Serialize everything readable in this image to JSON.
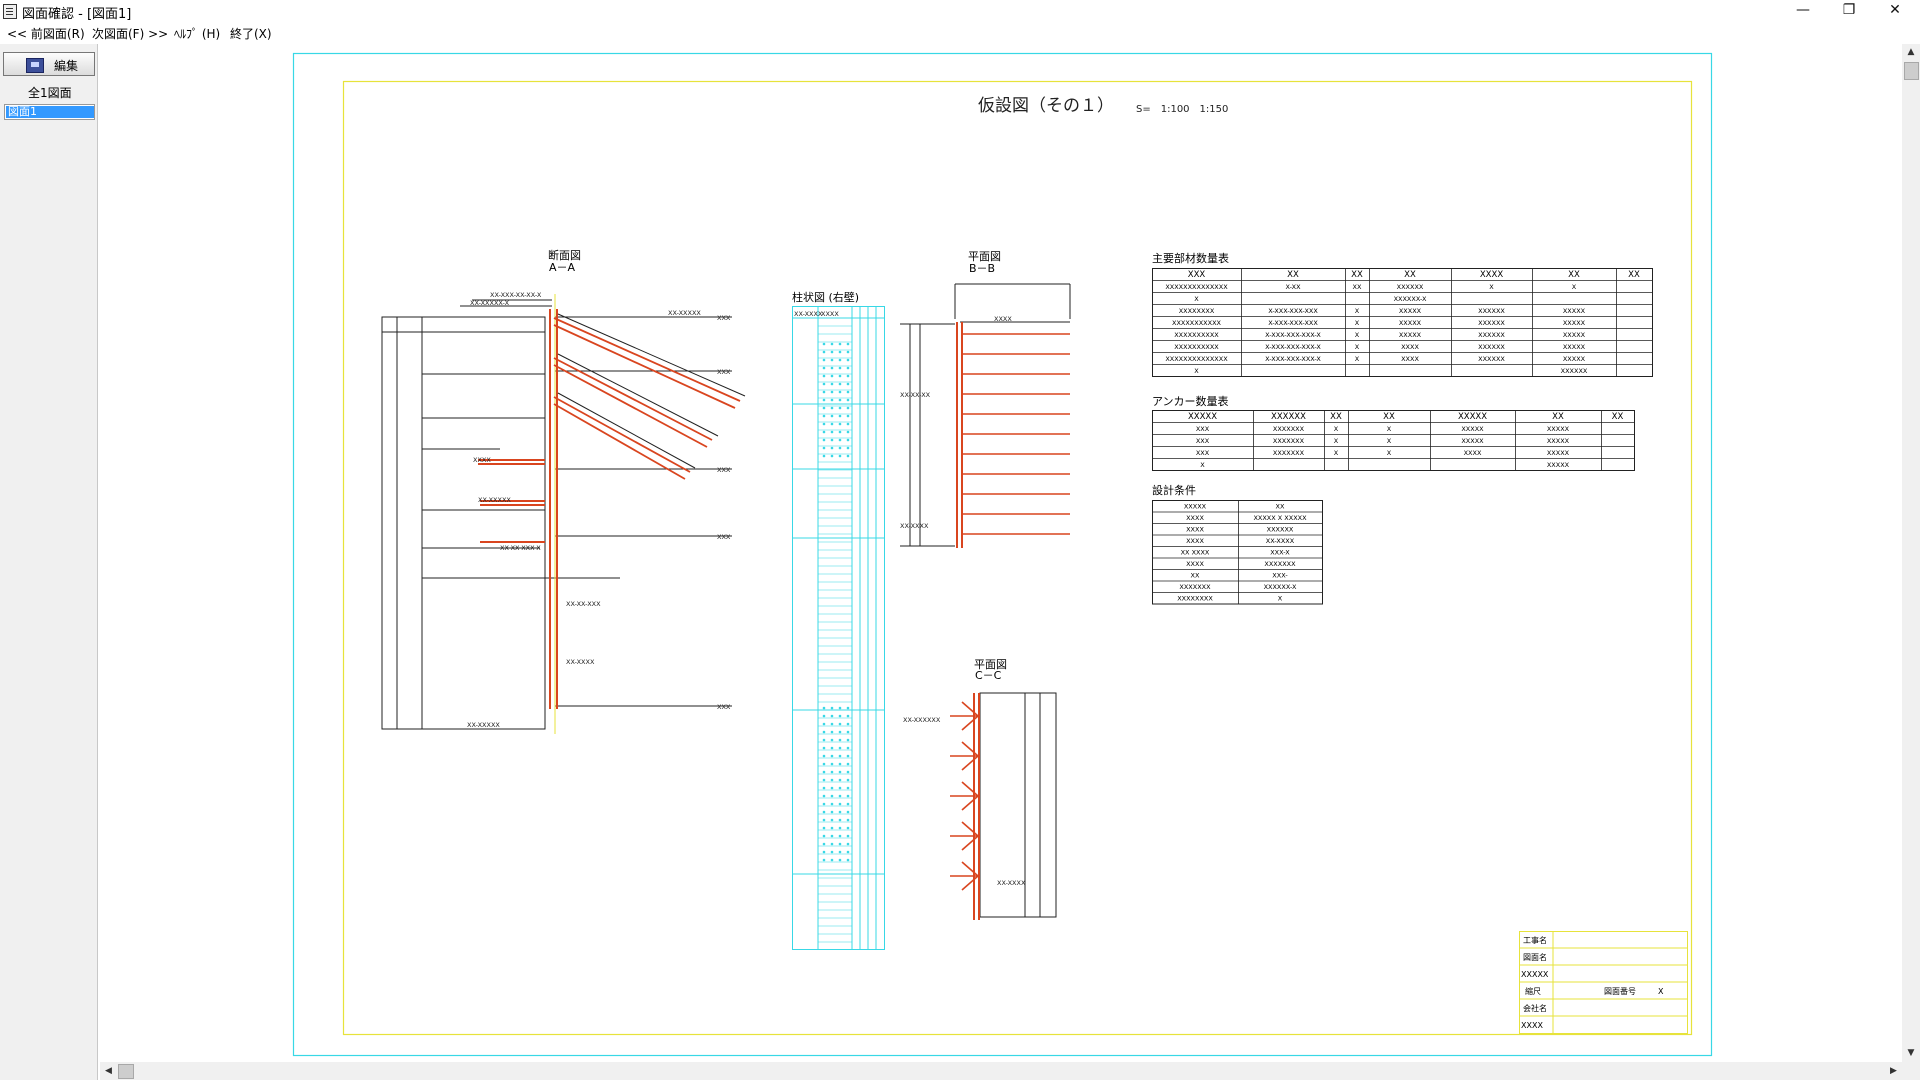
{
  "window": {
    "title": "図面確認 - [図面1]",
    "minimize": "—",
    "restore": "❐",
    "close": "✕"
  },
  "menu": {
    "prev": "<< 前図面(R)",
    "next": "次図面(F) >>",
    "help": "ﾍﾙﾌﾟ (H)",
    "exit": "終了(X)"
  },
  "sidebar": {
    "edit_button": "編集",
    "all_figures": "全1図面",
    "figures": [
      "図面1"
    ]
  },
  "drawing": {
    "title": "仮設図（その１）",
    "scale": "S=　1:100　1:150",
    "section_aa": {
      "title": "断面図",
      "subtitle": "A－A"
    },
    "column_chart": {
      "title": "柱状図 (右壁)",
      "head_left": "XX-XXXX",
      "head_right": "XXXX"
    },
    "plan_bb": {
      "title": "平面図",
      "subtitle": "B－B"
    },
    "plan_cc": {
      "title": "平面図",
      "subtitle": "C－C"
    },
    "materials_table": {
      "title": "主要部材数量表",
      "headers": [
        "XXX",
        "XX",
        "XX",
        "XX",
        "XXXX",
        "XX",
        "XX"
      ],
      "rows": [
        [
          "XXXXXXXXXXXXXX",
          "X-XX",
          "XX",
          "XXXXXX",
          "X",
          "X",
          ""
        ],
        [
          "X",
          "",
          "",
          "XXXXXX-X",
          "",
          "",
          ""
        ],
        [
          "XXXXXXXX",
          "X-XXX-XXX-XXX",
          "X",
          "XXXXX",
          "XXXXXX",
          "XXXXX",
          ""
        ],
        [
          "XXXXXXXXXXX",
          "X-XXX-XXX-XXX",
          "X",
          "XXXXX",
          "XXXXXX",
          "XXXXX",
          ""
        ],
        [
          "XXXXXXXXXX",
          "X-XXX-XXX-XXX-X",
          "X",
          "XXXXX",
          "XXXXXX",
          "XXXXX",
          ""
        ],
        [
          "XXXXXXXXXX",
          "X-XXX-XXX-XXX-X",
          "X",
          "XXXX",
          "XXXXXX",
          "XXXXX",
          ""
        ],
        [
          "XXXXXXXXXXXXXX",
          "X-XXX-XXX-XXX-X",
          "X",
          "XXXX",
          "XXXXXX",
          "XXXXX",
          ""
        ],
        [
          "X",
          "",
          "",
          "",
          "",
          "XXXXXX",
          ""
        ]
      ]
    },
    "anchor_table": {
      "title": "アンカー数量表",
      "headers": [
        "XXXXX",
        "XXXXXX",
        "XX",
        "XX",
        "XXXXX",
        "XX",
        "XX"
      ],
      "rows": [
        [
          "XXX",
          "XXXXXXX",
          "X",
          "X",
          "XXXXX",
          "XXXXX",
          ""
        ],
        [
          "XXX",
          "XXXXXXX",
          "X",
          "X",
          "XXXXX",
          "XXXXX",
          ""
        ],
        [
          "XXX",
          "XXXXXXX",
          "X",
          "X",
          "XXXX",
          "XXXXX",
          ""
        ],
        [
          "X",
          "",
          "",
          "",
          "",
          "XXXXX",
          ""
        ]
      ]
    },
    "design_table": {
      "title": "設計条件",
      "rows": [
        [
          "XXXXX",
          "XX"
        ],
        [
          "XXXX",
          "XXXXX X XXXXX"
        ],
        [
          "XXXX",
          "XXXXXX"
        ],
        [
          "XXXX",
          "XX-XXXX"
        ],
        [
          "XX  XXXX",
          "XXX-X"
        ],
        [
          "XXXX",
          "XXXXXXX"
        ],
        [
          "XX",
          "XXX-"
        ],
        [
          "XXXXXXX",
          "XXXXXX-X"
        ],
        [
          "XXXXXXXX",
          "X"
        ]
      ]
    },
    "title_block": {
      "project": "工事名",
      "drawing_name": "図面名",
      "row3": "XXXXX",
      "scale": "縮尺",
      "drawing_no": "図面番号",
      "drawing_no_value": "X",
      "company": "会社名",
      "row6": "XXXX"
    },
    "dims": {
      "s1": "XX-XXX-XX-XX-X",
      "s2": "XX-XXXXX-X",
      "s3": "XX-XXXXX",
      "s4": "XXXX",
      "s5": "XX-XXXXX",
      "s6": "XX-XXXXX",
      "s7": "XX-XX-XXX-X",
      "s8": "XX-XX-XXX",
      "s9": "XX-XXXX",
      "s10": "XXX",
      "s11": "XXX",
      "s12": "XXX",
      "s13": "XXX",
      "s14": "XXX",
      "b1": "XXXX",
      "b2": "XX-XX-XX",
      "b3": "XX-XXXX",
      "c1": "XX-XXXXXX",
      "c2": "XX-XXXX"
    }
  }
}
